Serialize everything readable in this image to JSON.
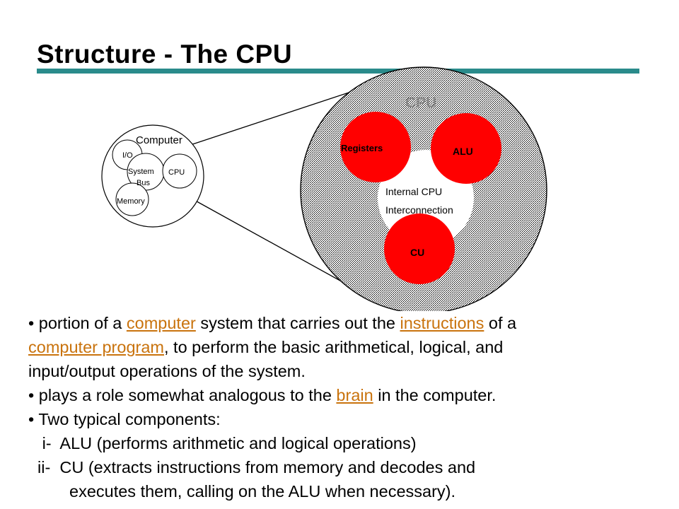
{
  "slide": {
    "title": "Structure - The CPU",
    "accent_color": "#2a8b8b",
    "link_color": "#c9730d",
    "component_color": "#ff0000"
  },
  "diagram": {
    "computer": {
      "label": "Computer",
      "io": "I/O",
      "system_bus_line1": "System",
      "system_bus_line2": "Bus",
      "cpu": "CPU",
      "memory": "Memory"
    },
    "cpu": {
      "label": "CPU",
      "registers": "Registers",
      "alu": "ALU",
      "cu": "CU",
      "interconnect_line1": "Internal CPU",
      "interconnect_line2": "Interconnection"
    }
  },
  "body": {
    "bullet": "•",
    "p1_a": " portion of a ",
    "p1_link1": "computer",
    "p1_b": " system that carries out the ",
    "p1_link2": "instructions",
    "p1_c": " of a",
    "p2_link": "computer program",
    "p2_a": ", to perform the basic arithmetical, logical, and",
    "p3": "input/output operations of the system.",
    "p4_a": " plays a role somewhat analogous to the ",
    "p4_link": "brain",
    "p4_b": " in the computer.",
    "p5": " Two typical components:",
    "p6": "   i-  ALU (performs arithmetic and logical operations)",
    "p7": "  ii-  CU (extracts instructions from memory and decodes and",
    "p8": "executes them, calling on the ALU when necessary)."
  }
}
